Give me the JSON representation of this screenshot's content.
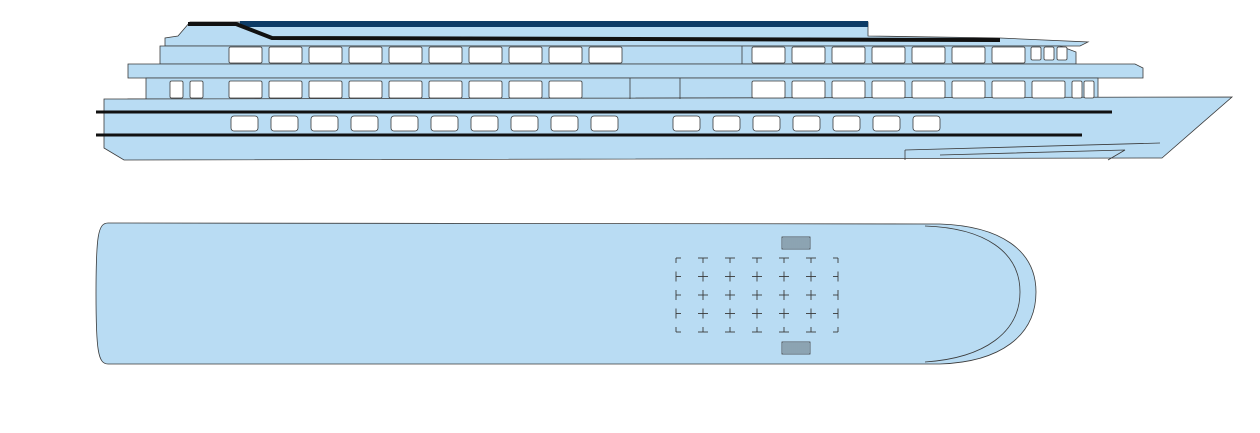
{
  "diagram": {
    "views": [
      "side-elevation",
      "top-plan"
    ],
    "colors": {
      "hull_fill": "#b9dcf3",
      "outline": "#3a3a3a",
      "stripe": "#111111",
      "roof_accent": "#0d3b66",
      "window_fill": "#ffffff",
      "background": "#ffffff"
    },
    "side_view": {
      "decks": 3,
      "upper_deck_windows": [
        10,
        7
      ],
      "middle_deck_windows": [
        2,
        9,
        8
      ],
      "lower_deck_portholes": [
        10,
        7
      ]
    },
    "top_view": {
      "furniture_grid": {
        "rows": 5,
        "cols": 7
      },
      "gangways": 2
    },
    "legend": {
      "text": ""
    }
  }
}
